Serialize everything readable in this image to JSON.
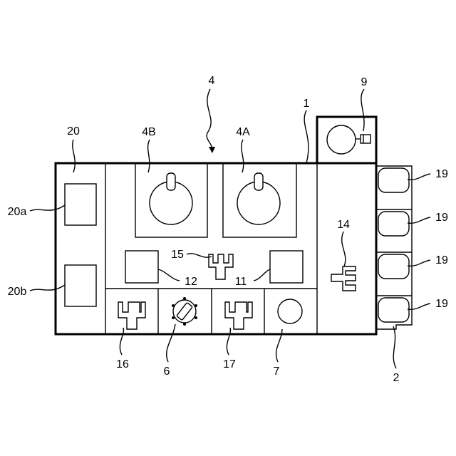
{
  "labels": {
    "assembly": "4",
    "housing": "1",
    "unit_9": "9",
    "panel_20": "20",
    "chamber_4B": "4B",
    "chamber_4A": "4A",
    "slot_20a": "20a",
    "slot_20b": "20b",
    "connector_15": "15",
    "box_12": "12",
    "box_11": "11",
    "connector_14": "14",
    "connector_16": "16",
    "dial_6": "6",
    "connector_17": "17",
    "circle_7": "7",
    "tab_19_1": "19",
    "tab_19_2": "19",
    "tab_19_3": "19",
    "tab_19_4": "19",
    "bracket_2": "2"
  }
}
